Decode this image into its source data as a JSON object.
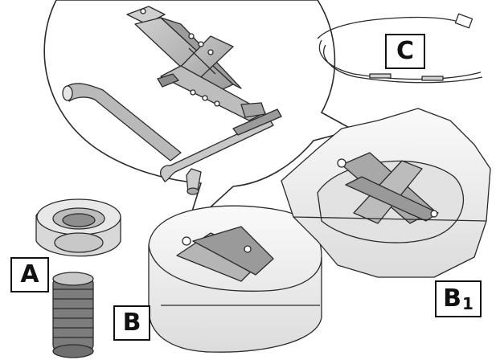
{
  "labels": {
    "a": "A",
    "b": "B",
    "b1_main": "B",
    "b1_sub": "1",
    "c": "C"
  },
  "colors": {
    "line": "#2b2b2b",
    "fill_light": "#f1f1f1",
    "fill_mid": "#d6d6d6",
    "fill_dark": "#8c8c8c",
    "fill_jack": "#b7b7b7"
  }
}
